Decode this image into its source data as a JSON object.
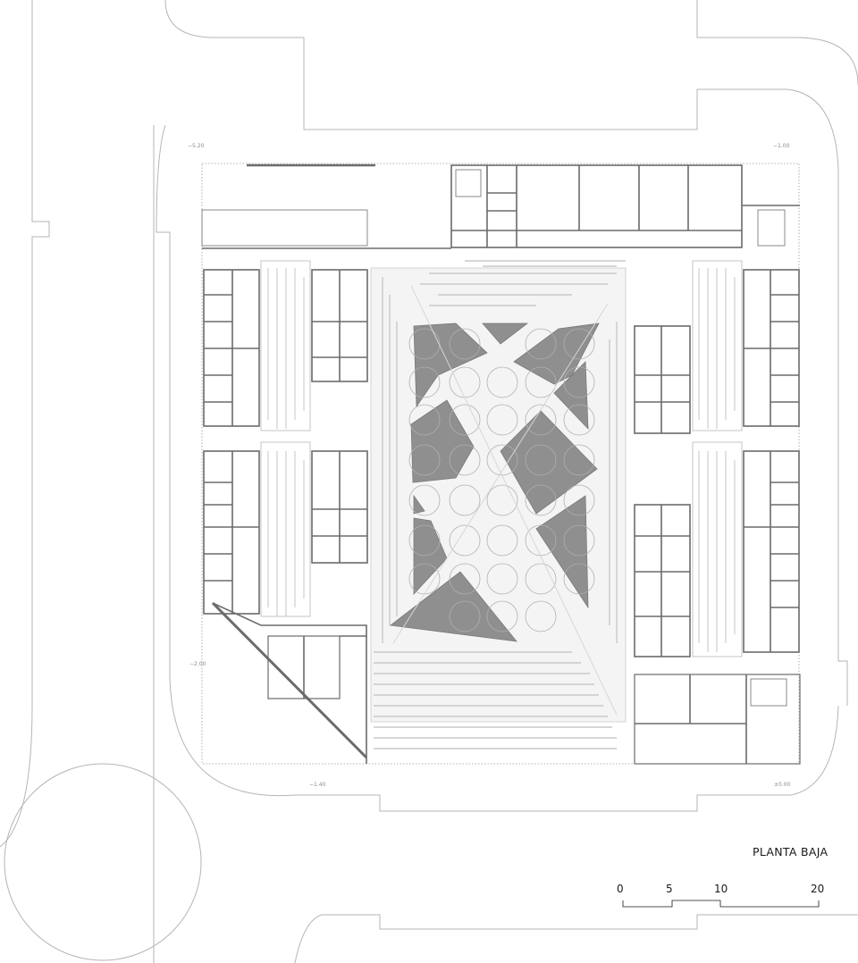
{
  "drawing": {
    "title": "PLANTA BAJA",
    "levels": {
      "top_left": "−5.20",
      "top_right": "−1.00",
      "mid_left": "−2.00",
      "bottom_left": "−1.40",
      "bottom_right": "±0.00"
    },
    "scale_bar": {
      "labels": [
        "0",
        "5",
        "10",
        "20"
      ]
    },
    "colors": {
      "line": "#6b6b6b",
      "street": "#b5b5b5",
      "planter": "#8f8f8f",
      "paving": "#c9c9c9"
    }
  }
}
